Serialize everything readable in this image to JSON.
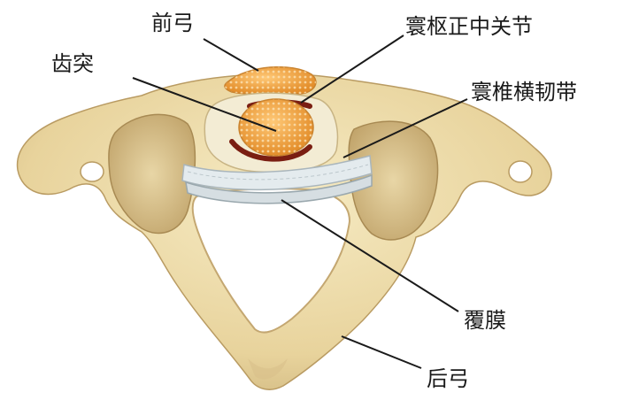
{
  "labels": {
    "anterior_arch": "前弓",
    "dens": "齿突",
    "median_atlantoaxial_joint": "寰枢正中关节",
    "transverse_ligament": "寰椎横韧带",
    "tectorial_membrane": "覆膜",
    "posterior_arch": "后弓"
  },
  "colors": {
    "bone": "#ecdcaa",
    "bone_shadow": "#c9b07a",
    "cancellous": "#f1a540",
    "joint_space": "#7a1e12",
    "ligament": "#dfe6ea",
    "leader_line": "#1a1a1a"
  }
}
